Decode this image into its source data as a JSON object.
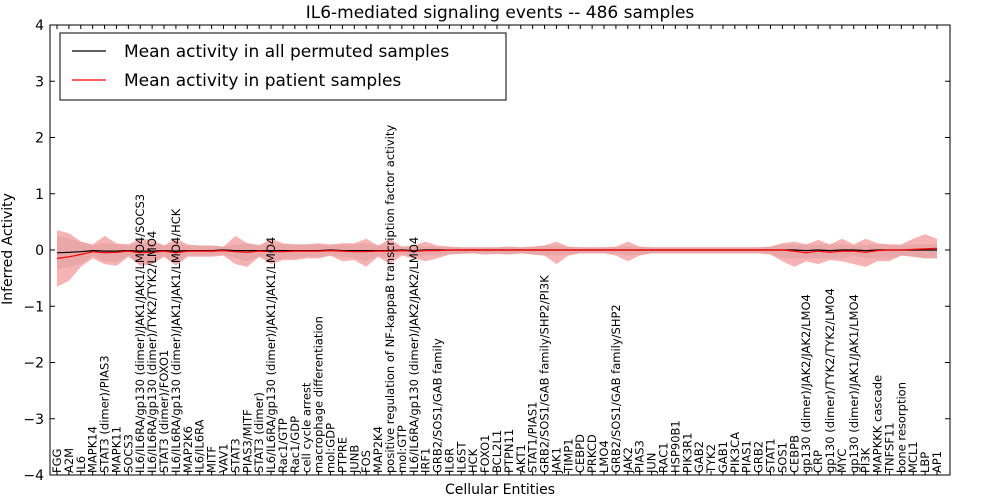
{
  "chart_data": {
    "type": "line",
    "title": "IL6-mediated signaling events -- 486 samples",
    "xlabel": "Cellular Entities",
    "ylabel": "Inferred Activity",
    "ylim": [
      -4,
      4
    ],
    "yticks": [
      -4,
      -3,
      -2,
      -1,
      0,
      1,
      2,
      3,
      4
    ],
    "grid": false,
    "legend_placement": "top-left",
    "colors": {
      "permuted": "#000000",
      "patient": "#ff0000",
      "patient_band": "#f08080",
      "permuted_band": "#bbbbbb"
    },
    "categories": [
      "FGG",
      "A2M",
      "IL6",
      "MAPK14",
      "STAT3 (dimer)/PIAS3",
      "MAPK11",
      "SOCS3",
      "IL6/IL6RA/gp130 (dimer)/JAK1/JAK1/LMO4/SOCS3",
      "IL6/IL6RA/gp130 (dimer)/TYK2/TYK2/LMO4",
      "STAT3 (dimer)/FOXO1",
      "IL6/IL6RA/gp130 (dimer)/JAK1/JAK1/LMO4/HCK",
      "MAP2K6",
      "IL6/IL6RA",
      "MITF",
      "VAV1",
      "STAT3",
      "PIAS3/MITF",
      "STAT3 (dimer)",
      "IL6/IL6RA/gp130 (dimer)/JAK1/JAK1/LMO4",
      "Rac1/GTP",
      "Rac1/GDP",
      "cell cycle arrest",
      "macrophage differentiation",
      "mol:GDP",
      "PTPRE",
      "JUNB",
      "FOS",
      "MAP2K4",
      "positive regulation of NF-kappaB transcription factor activity",
      "mol:GTP",
      "IL6/IL6RA/gp130 (dimer)/JAK2/JAK2/LMO4",
      "IRF1",
      "GRB2/SOS1/GAB family",
      "IL6R",
      "IL6ST",
      "HCK",
      "FOXO1",
      "BCL2L1",
      "PTPN11",
      "AKT1",
      "STAT1/PIAS1",
      "GRB2/SOS1/GAB family/SHP2/PI3K",
      "JAK1",
      "TIMP1",
      "CEBPD",
      "PRKCD",
      "LMO4",
      "GRB2/SOS1/GAB family/SHP2",
      "JAK2",
      "PIAS3",
      "JUN",
      "RAC1",
      "HSP90B1",
      "PIK3R1",
      "GAB2",
      "TYK2",
      "GAB1",
      "PIK3CA",
      "PIAS1",
      "GRB2",
      "STAT1",
      "SOS1",
      "CEBPB",
      "gp130 (dimer)/JAK2/JAK2/LMO4",
      "CRP",
      "gp130 (dimer)/TYK2/TYK2/LMO4",
      "MYC",
      "gp130 (dimer)/JAK1/JAK1/LMO4",
      "PI3K",
      "MAPKKK cascade",
      "TNFSF11",
      "bone resorption",
      "MCL1",
      "LBP",
      "AP1"
    ],
    "series": [
      {
        "name": "Mean activity in all permuted samples",
        "values": [
          -0.05,
          -0.04,
          -0.03,
          -0.01,
          -0.02,
          -0.02,
          -0.01,
          -0.02,
          -0.02,
          -0.01,
          -0.02,
          -0.01,
          -0.01,
          -0.01,
          0.0,
          -0.01,
          -0.01,
          -0.01,
          -0.01,
          -0.01,
          -0.01,
          -0.01,
          -0.01,
          0.0,
          -0.01,
          -0.01,
          -0.01,
          -0.01,
          -0.01,
          0.0,
          -0.01,
          0.0,
          0.0,
          0.0,
          0.0,
          0.0,
          0.0,
          0.0,
          0.0,
          0.0,
          0.0,
          0.0,
          0.0,
          0.0,
          0.0,
          0.0,
          0.0,
          0.0,
          0.0,
          0.0,
          0.0,
          0.0,
          0.0,
          0.0,
          0.0,
          0.0,
          0.0,
          0.0,
          0.0,
          0.0,
          0.0,
          0.0,
          0.0,
          -0.01,
          0.0,
          -0.01,
          0.0,
          0.0,
          -0.01,
          0.0,
          0.0,
          0.0,
          0.0,
          0.0,
          0.0
        ],
        "lower": [
          -0.35,
          -0.3,
          -0.25,
          -0.1,
          -0.2,
          -0.22,
          -0.1,
          -0.25,
          -0.25,
          -0.1,
          -0.25,
          -0.1,
          -0.1,
          -0.1,
          -0.08,
          -0.15,
          -0.2,
          -0.12,
          -0.2,
          -0.15,
          -0.15,
          -0.12,
          -0.12,
          -0.1,
          -0.12,
          -0.15,
          -0.2,
          -0.1,
          -0.15,
          -0.08,
          -0.12,
          -0.1,
          -0.1,
          -0.08,
          -0.07,
          -0.06,
          -0.07,
          -0.07,
          -0.08,
          -0.06,
          -0.08,
          -0.1,
          -0.1,
          -0.08,
          -0.06,
          -0.06,
          -0.06,
          -0.06,
          -0.1,
          -0.08,
          -0.06,
          -0.06,
          -0.06,
          -0.06,
          -0.06,
          -0.06,
          -0.06,
          -0.06,
          -0.06,
          -0.06,
          -0.08,
          -0.15,
          -0.15,
          -0.15,
          -0.15,
          -0.15,
          -0.15,
          -0.1,
          -0.15,
          -0.15,
          -0.15,
          -0.1,
          -0.12,
          -0.15,
          -0.15
        ],
        "upper": [
          0.25,
          0.2,
          0.15,
          0.08,
          0.12,
          0.1,
          0.08,
          0.12,
          0.12,
          0.08,
          0.12,
          0.08,
          0.08,
          0.08,
          0.06,
          0.1,
          0.12,
          0.1,
          0.12,
          0.1,
          0.1,
          0.1,
          0.1,
          0.08,
          0.1,
          0.1,
          0.12,
          0.08,
          0.1,
          0.06,
          0.08,
          0.06,
          0.06,
          0.06,
          0.05,
          0.05,
          0.05,
          0.05,
          0.06,
          0.05,
          0.06,
          0.08,
          0.08,
          0.06,
          0.05,
          0.05,
          0.05,
          0.05,
          0.07,
          0.06,
          0.05,
          0.05,
          0.05,
          0.05,
          0.05,
          0.05,
          0.05,
          0.05,
          0.05,
          0.05,
          0.06,
          0.1,
          0.1,
          0.1,
          0.1,
          0.1,
          0.1,
          0.08,
          0.1,
          0.1,
          0.1,
          0.08,
          0.1,
          0.1,
          0.1
        ]
      },
      {
        "name": "Mean activity in patient samples",
        "values": [
          -0.15,
          -0.12,
          -0.08,
          -0.03,
          -0.05,
          -0.04,
          -0.02,
          -0.05,
          -0.04,
          -0.02,
          -0.05,
          -0.02,
          -0.02,
          -0.02,
          -0.01,
          -0.03,
          -0.04,
          -0.02,
          -0.03,
          -0.03,
          -0.02,
          -0.02,
          -0.02,
          -0.01,
          -0.02,
          -0.03,
          -0.03,
          -0.02,
          -0.02,
          -0.01,
          -0.02,
          -0.01,
          -0.01,
          0.0,
          0.0,
          0.0,
          0.0,
          0.0,
          0.0,
          0.0,
          0.0,
          0.0,
          0.0,
          0.0,
          0.0,
          0.0,
          0.0,
          0.0,
          0.0,
          0.0,
          0.0,
          0.0,
          0.0,
          0.0,
          0.0,
          0.0,
          0.0,
          0.0,
          0.0,
          0.0,
          0.0,
          0.0,
          -0.02,
          -0.05,
          -0.02,
          -0.04,
          -0.02,
          -0.02,
          -0.04,
          -0.01,
          0.0,
          0.0,
          0.01,
          0.02,
          0.03
        ],
        "lower": [
          -0.65,
          -0.55,
          -0.3,
          -0.15,
          -0.25,
          -0.28,
          -0.12,
          -0.28,
          -0.25,
          -0.12,
          -0.28,
          -0.12,
          -0.12,
          -0.12,
          -0.1,
          -0.25,
          -0.3,
          -0.12,
          -0.25,
          -0.18,
          -0.18,
          -0.15,
          -0.15,
          -0.1,
          -0.2,
          -0.18,
          -0.3,
          -0.12,
          -0.25,
          -0.1,
          -0.15,
          -0.2,
          -0.15,
          -0.08,
          -0.07,
          -0.06,
          -0.08,
          -0.07,
          -0.08,
          -0.06,
          -0.08,
          -0.1,
          -0.25,
          -0.1,
          -0.06,
          -0.06,
          -0.06,
          -0.1,
          -0.2,
          -0.1,
          -0.06,
          -0.06,
          -0.06,
          -0.06,
          -0.06,
          -0.06,
          -0.06,
          -0.06,
          -0.06,
          -0.06,
          -0.08,
          -0.2,
          -0.3,
          -0.2,
          -0.25,
          -0.18,
          -0.2,
          -0.25,
          -0.3,
          -0.2,
          -0.2,
          -0.1,
          -0.12,
          -0.15,
          -0.15
        ],
        "upper": [
          0.35,
          0.3,
          0.15,
          0.1,
          0.25,
          0.12,
          0.1,
          0.2,
          0.18,
          0.08,
          0.2,
          0.1,
          0.08,
          0.08,
          0.06,
          0.25,
          0.12,
          0.08,
          0.2,
          0.12,
          0.1,
          0.1,
          0.12,
          0.1,
          0.12,
          0.12,
          0.2,
          0.08,
          0.2,
          0.06,
          0.08,
          0.15,
          0.08,
          0.06,
          0.05,
          0.05,
          0.05,
          0.05,
          0.06,
          0.05,
          0.06,
          0.08,
          0.15,
          0.06,
          0.05,
          0.05,
          0.05,
          0.06,
          0.15,
          0.06,
          0.05,
          0.05,
          0.05,
          0.05,
          0.05,
          0.05,
          0.05,
          0.05,
          0.05,
          0.05,
          0.06,
          0.12,
          0.15,
          0.1,
          0.18,
          0.1,
          0.2,
          0.1,
          0.2,
          0.12,
          0.1,
          0.1,
          0.2,
          0.28,
          0.2
        ]
      }
    ]
  }
}
